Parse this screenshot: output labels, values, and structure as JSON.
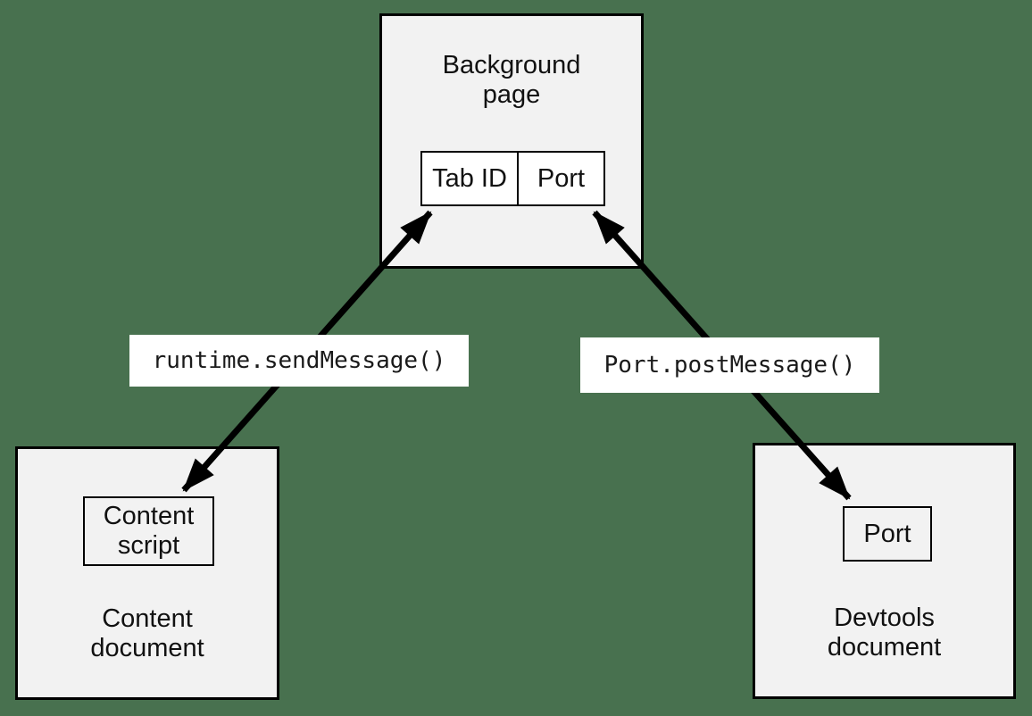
{
  "canvas": {
    "background_color": "#48714F"
  },
  "palette": {
    "box_fill": "#F2F2F2",
    "box_border": "#000000",
    "table_fill": "#FFFFFF",
    "edge_label_bg": "#FFFFFF",
    "text_color": "#111111",
    "arrow_color": "#000000"
  },
  "nodes": {
    "background_page": {
      "title": "Background page",
      "cells": [
        "Tab ID",
        "Port"
      ]
    },
    "content_document": {
      "title": "Content document",
      "inner_box": "Content script"
    },
    "devtools_document": {
      "title": "Devtools document",
      "inner_box": "Port"
    }
  },
  "edges": [
    {
      "label": "runtime.sendMessage()",
      "from": "Content script",
      "to": "Tab ID",
      "arrowheads": "both"
    },
    {
      "label": "Port.postMessage()",
      "from": "Port",
      "to": "Port",
      "arrowheads": "both"
    }
  ]
}
